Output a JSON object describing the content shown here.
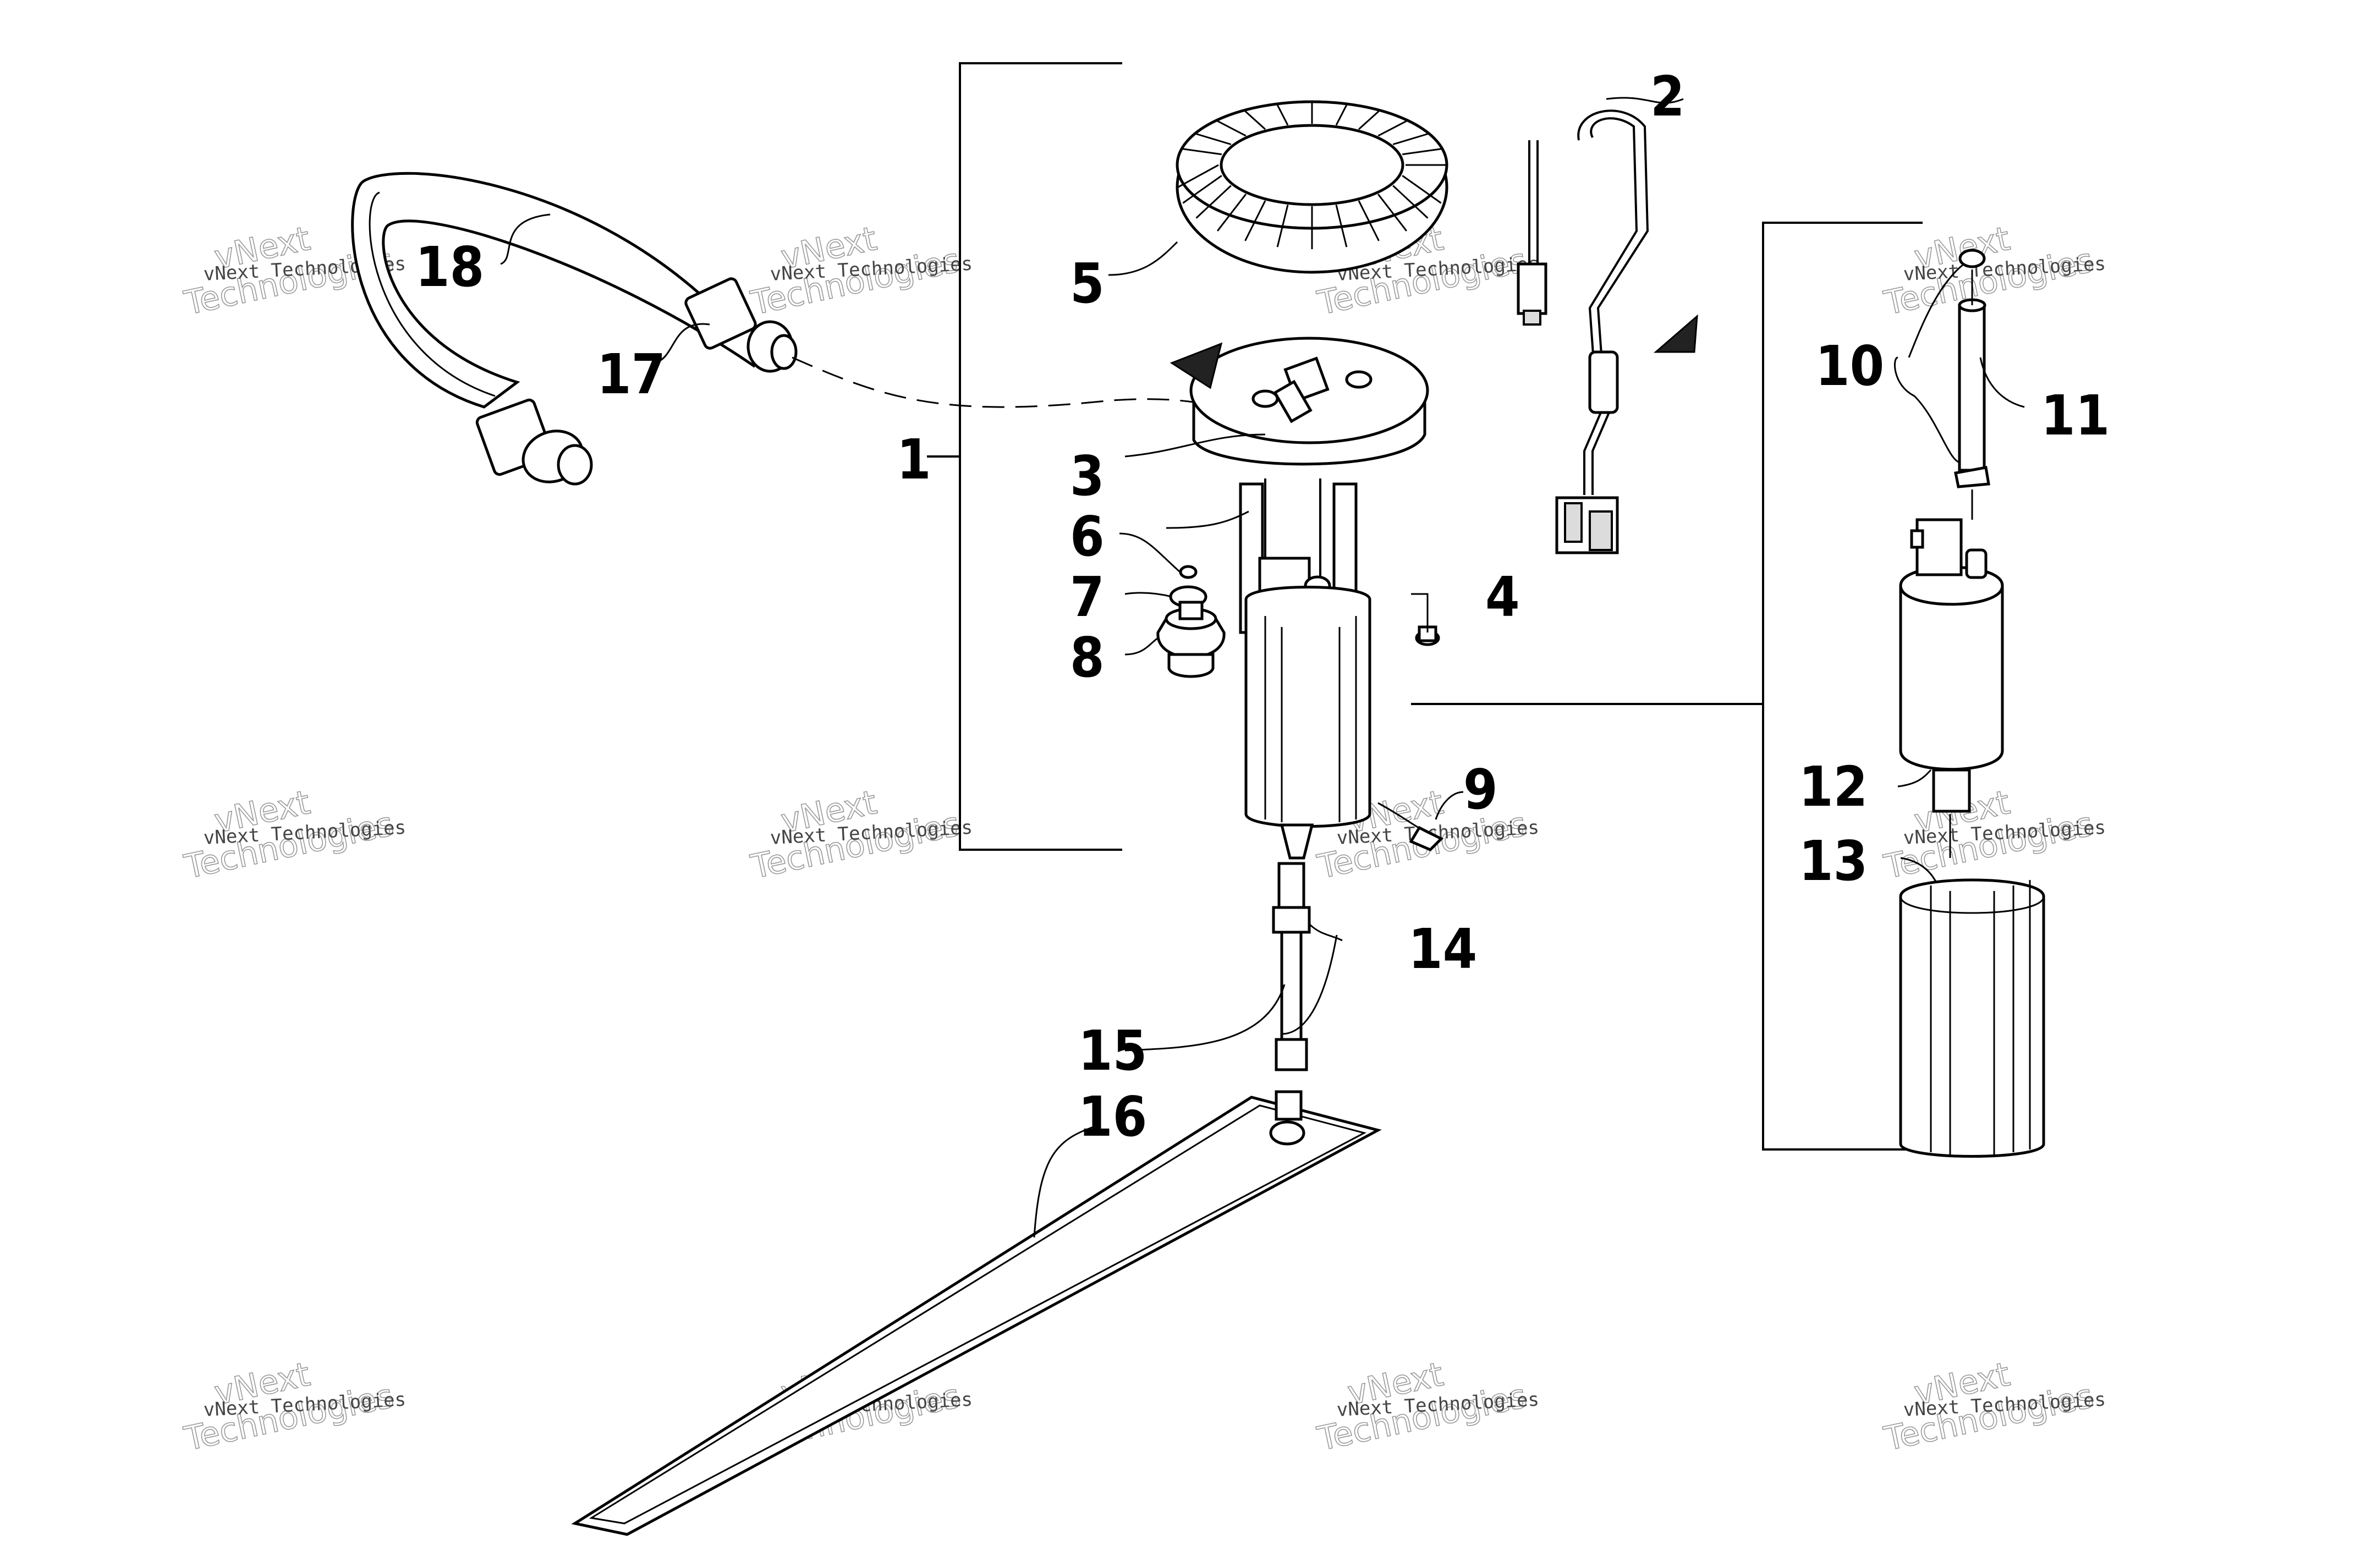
{
  "diagram": {
    "callouts": [
      {
        "id": "1",
        "label": "1"
      },
      {
        "id": "2",
        "label": "2"
      },
      {
        "id": "3",
        "label": "3"
      },
      {
        "id": "4",
        "label": "4"
      },
      {
        "id": "5",
        "label": "5"
      },
      {
        "id": "6",
        "label": "6"
      },
      {
        "id": "7",
        "label": "7"
      },
      {
        "id": "8",
        "label": "8"
      },
      {
        "id": "9",
        "label": "9"
      },
      {
        "id": "10",
        "label": "10"
      },
      {
        "id": "11",
        "label": "11"
      },
      {
        "id": "12",
        "label": "12"
      },
      {
        "id": "13",
        "label": "13"
      },
      {
        "id": "14",
        "label": "14"
      },
      {
        "id": "15",
        "label": "15"
      },
      {
        "id": "16",
        "label": "16"
      },
      {
        "id": "17",
        "label": "17"
      },
      {
        "id": "18",
        "label": "18"
      }
    ]
  },
  "watermark": {
    "small": "vNext Technologies",
    "big_line1": "vNext",
    "big_line2": "Technologies"
  }
}
